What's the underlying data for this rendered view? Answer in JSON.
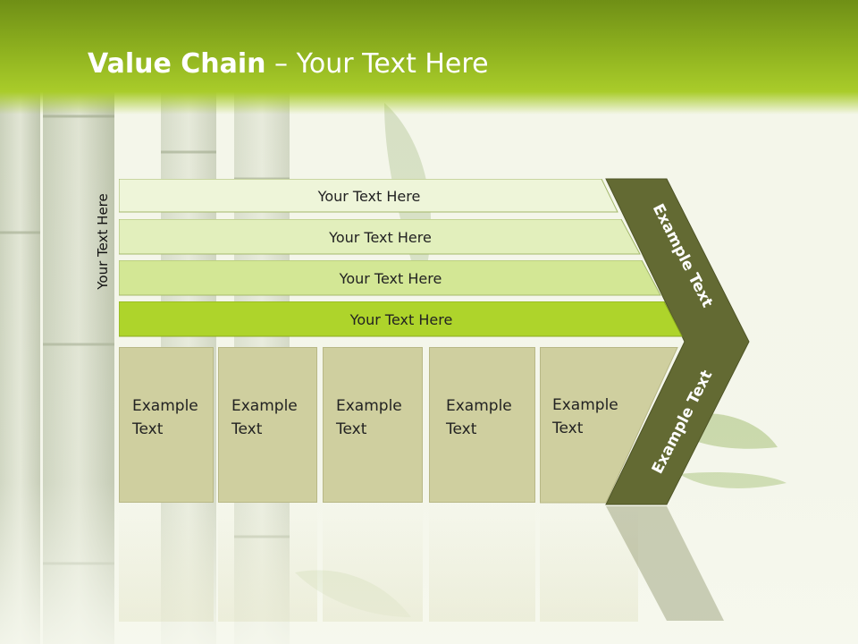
{
  "header": {
    "title_bold": "Value Chain",
    "title_rest": " – Your Text Here"
  },
  "side_label": "Your Text Here",
  "rows": [
    {
      "label": "Your Text Here"
    },
    {
      "label": "Your Text Here"
    },
    {
      "label": "Your Text Here"
    },
    {
      "label": "Your Text Here"
    }
  ],
  "boxes": [
    {
      "line1": "Example",
      "line2": "Text"
    },
    {
      "line1": "Example",
      "line2": "Text"
    },
    {
      "line1": "Example",
      "line2": "Text"
    },
    {
      "line1": "Example",
      "line2": "Text"
    },
    {
      "line1": "Example",
      "line2": "Text"
    }
  ],
  "chevron": {
    "top_label": "Example Text",
    "bottom_label": "Example Text"
  },
  "colors": {
    "header": "#8fb21f",
    "row1": "#eef5d9",
    "row2": "#e2efbc",
    "row3": "#d3e795",
    "row4": "#aed42b",
    "box": "#cfcf9f",
    "chevron": "#636a33"
  }
}
